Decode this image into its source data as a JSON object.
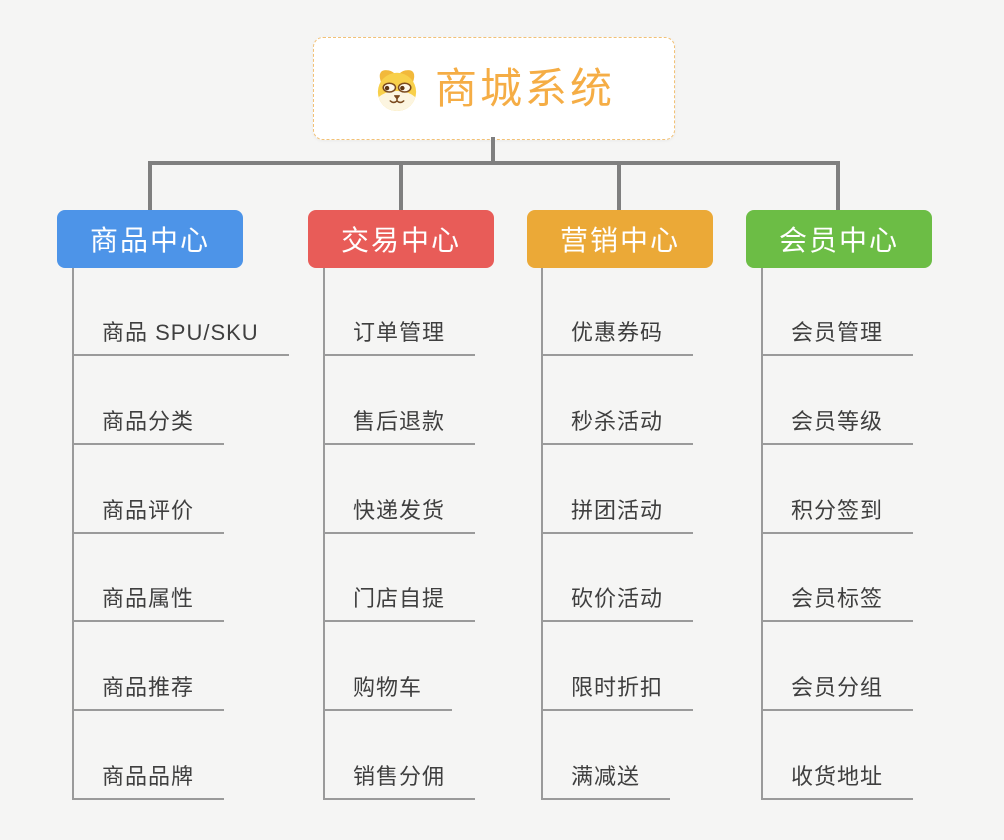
{
  "canvas": {
    "background_color": "#f5f5f4"
  },
  "root": {
    "title": "商城系统",
    "icon": "dog-face-icon",
    "text_color": "#f5ad45",
    "border_color": "#f2c176"
  },
  "connector_color": "#7f7f7f",
  "leaf_line_color": "#9a9a9a",
  "branches": [
    {
      "label": "商品中心",
      "color": "#4d94e8",
      "children": [
        "商品 SPU/SKU",
        "商品分类",
        "商品评价",
        "商品属性",
        "商品推荐",
        "商品品牌"
      ]
    },
    {
      "label": "交易中心",
      "color": "#e85c58",
      "children": [
        "订单管理",
        "售后退款",
        "快递发货",
        "门店自提",
        "购物车",
        "销售分佣"
      ]
    },
    {
      "label": "营销中心",
      "color": "#eba937",
      "children": [
        "优惠券码",
        "秒杀活动",
        "拼团活动",
        "砍价活动",
        "限时折扣",
        "满减送"
      ]
    },
    {
      "label": "会员中心",
      "color": "#6cbd45",
      "children": [
        "会员管理",
        "会员等级",
        "积分签到",
        "会员标签",
        "会员分组",
        "收货地址"
      ]
    }
  ]
}
